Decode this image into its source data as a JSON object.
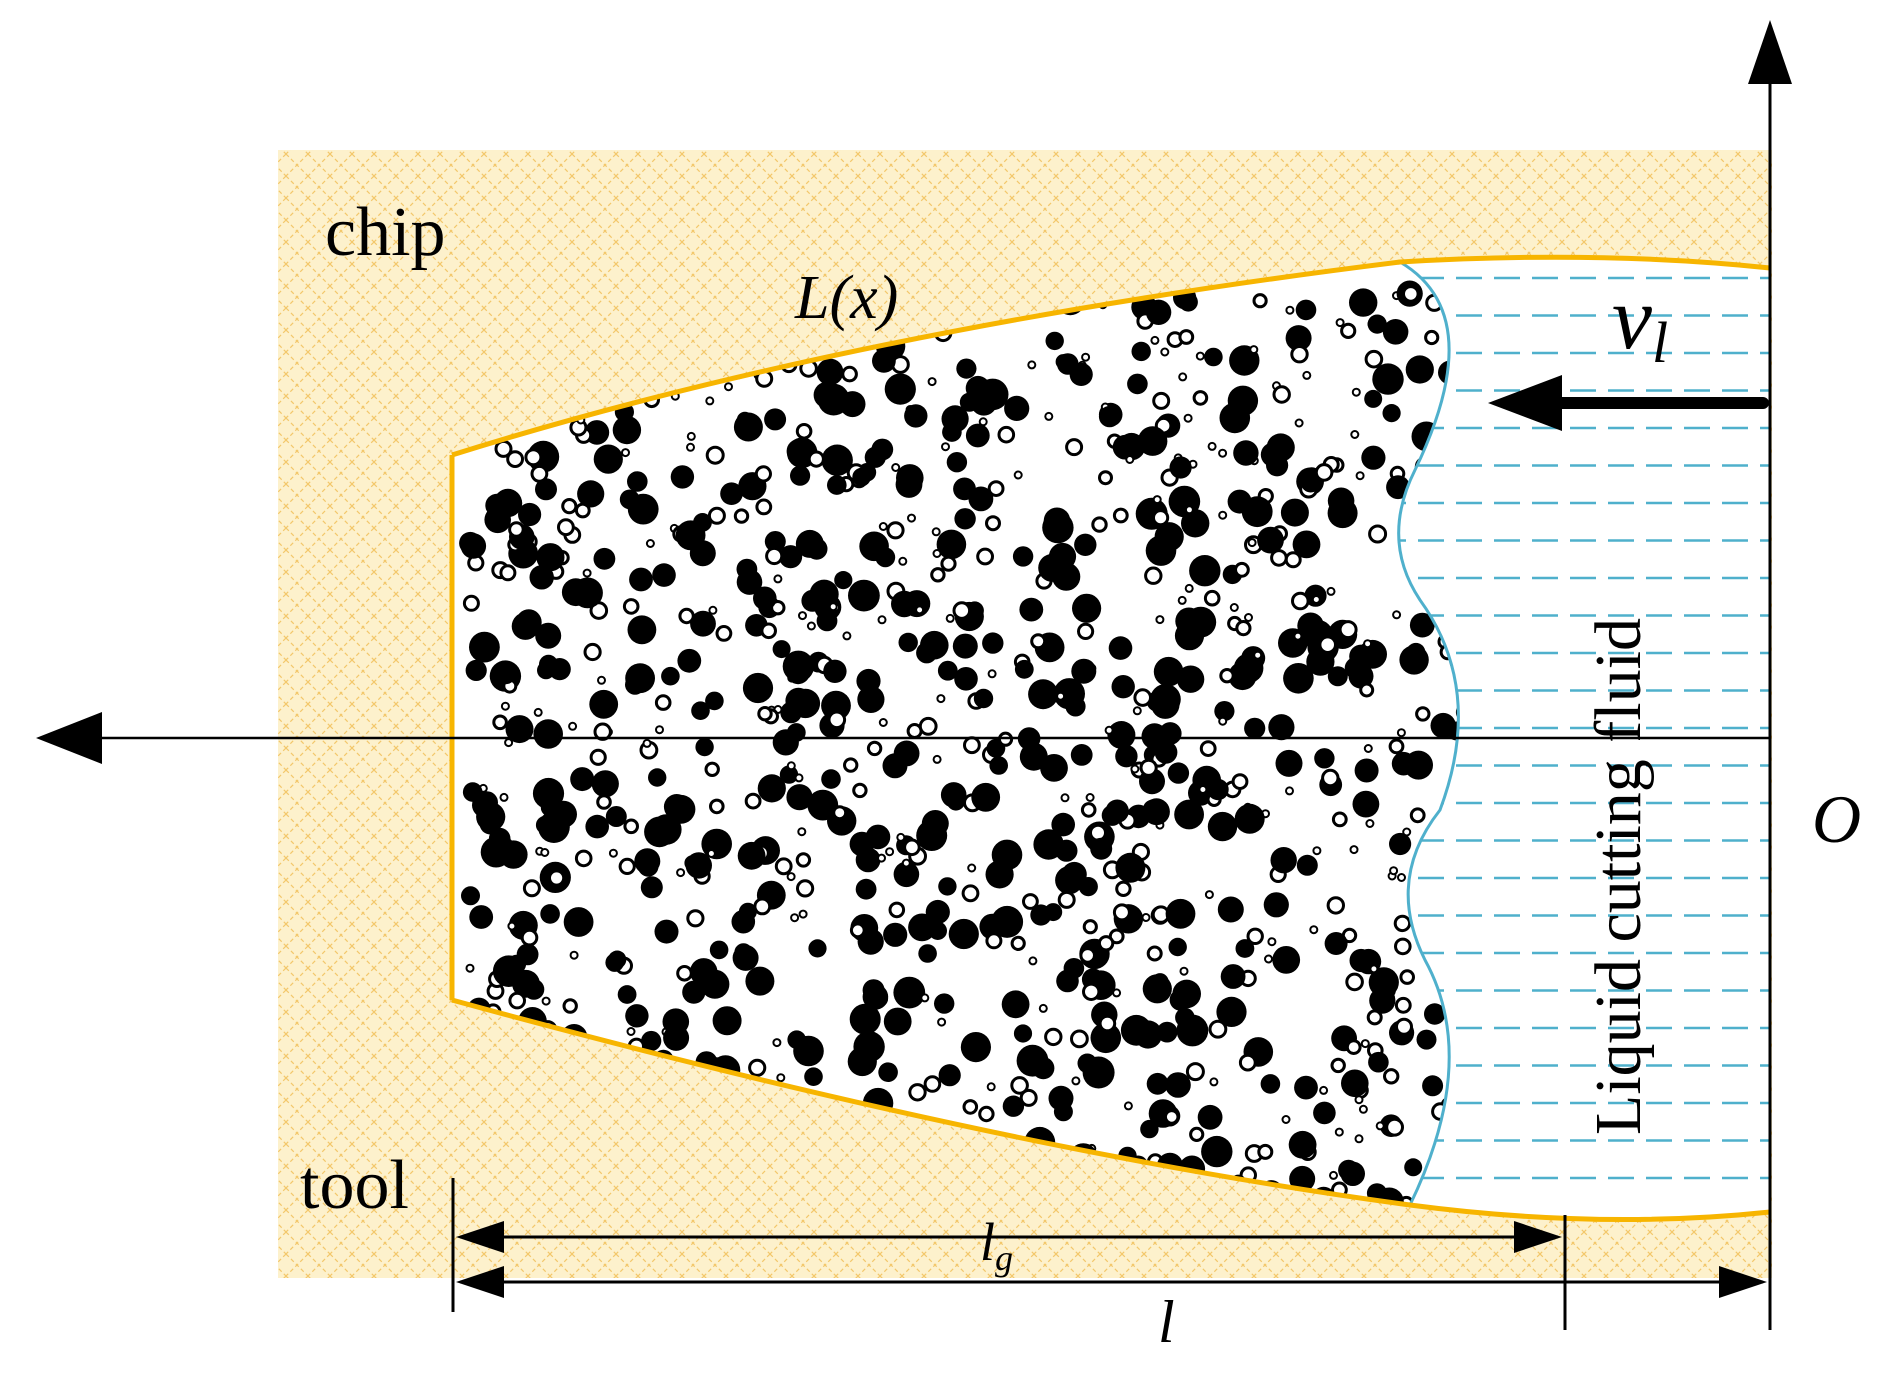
{
  "labels": {
    "chip": "chip",
    "tool": "tool",
    "boundary_function": "L(x)",
    "velocity_main": "v",
    "velocity_sub": "l",
    "fluid": "Liquid cutting fluid",
    "origin": "O",
    "lg_main": "l",
    "lg_sub": "g",
    "l": "l"
  },
  "colors": {
    "hatch_fill": "#fdf1cc",
    "hatch_line": "#f3c76a",
    "boundary": "#f7b500",
    "fluid_lines": "#4fb0cc",
    "axis": "#000000",
    "particle": "#000000"
  },
  "icons": {
    "velocity_arrow": "arrow-left-icon",
    "x_axis_arrow": "arrow-left-icon",
    "y_axis_arrow": "arrow-up-icon"
  }
}
